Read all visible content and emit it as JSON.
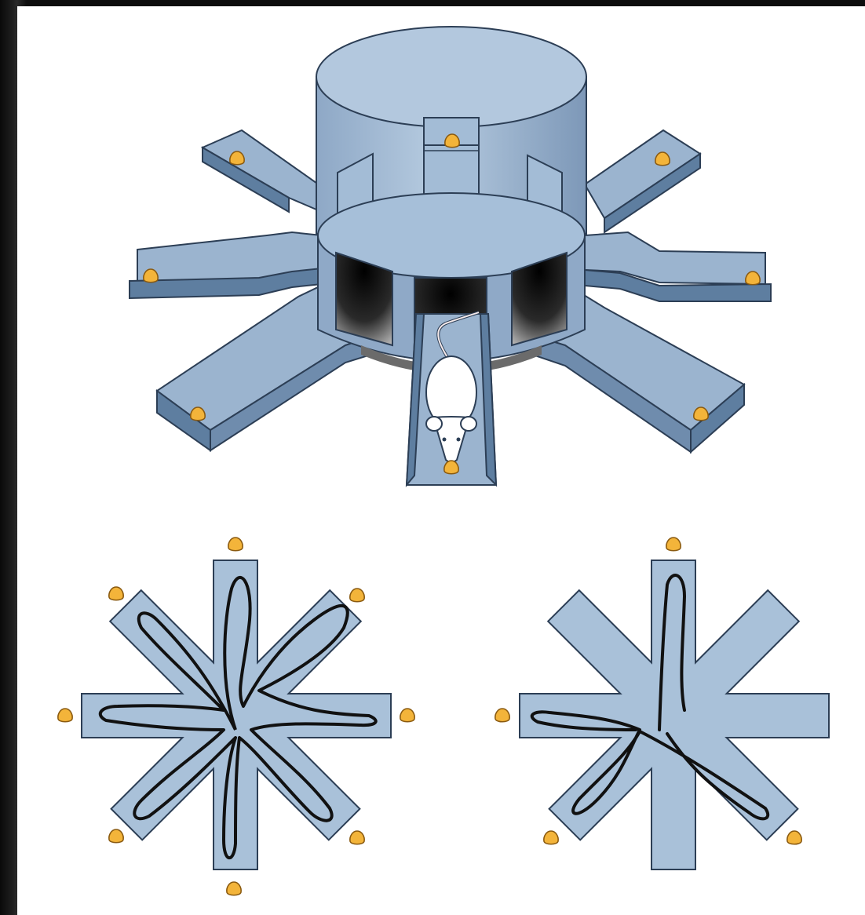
{
  "figure": {
    "subject": "radial-arm-maze",
    "panels": [
      {
        "id": "maze-3d",
        "arms": 8,
        "has_rat": true,
        "food_pellets": 8
      },
      {
        "id": "maze-trajectory-left",
        "arms": 8,
        "food_pellets": 8,
        "visited_arms": 8
      },
      {
        "id": "maze-trajectory-right",
        "arms": 8,
        "food_pellets": 4,
        "visited_arms": 4
      }
    ]
  },
  "colors": {
    "maze_fill": "#a9c1d9",
    "maze_dark": "#5e7ea0",
    "maze_edge": "#2c3e55",
    "path": "#111111",
    "food": "#f3b43a",
    "food_edge": "#8a5a10",
    "rat": "#ffffff"
  }
}
